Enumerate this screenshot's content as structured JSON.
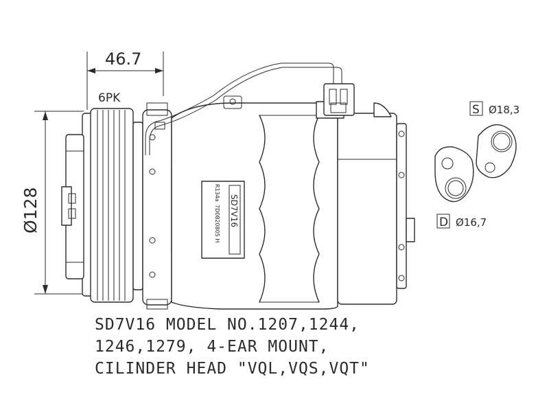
{
  "dimensions": {
    "width_label": "46.7",
    "pulley_label": "6PK",
    "diameter_label": "Ø128"
  },
  "ports": {
    "suction": {
      "letter": "S",
      "size": "Ø18,3"
    },
    "discharge": {
      "letter": "D",
      "size": "Ø16,7"
    }
  },
  "plate": {
    "model": "SD7V16",
    "line1": "R134a",
    "line2": "7D0820805 H"
  },
  "caption": {
    "line1": "SD7V16 MODEL NO.1207,1244,",
    "line2": "1246,1279, 4-EAR MOUNT,",
    "line3": "CILINDER HEAD \"VQL,VQS,VQT\""
  }
}
